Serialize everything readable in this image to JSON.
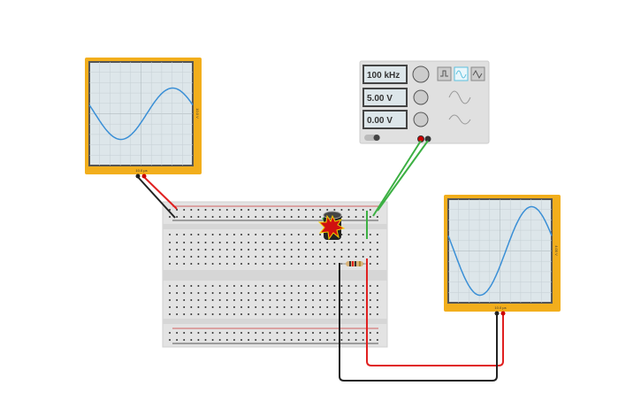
{
  "function_generator": {
    "frequency": "100 kHz",
    "amplitude": "5.00 V",
    "dc_offset": "0.00 V",
    "waveforms": [
      "square-icon",
      "sine-icon",
      "triangle-icon"
    ],
    "selected_waveform": "sine"
  },
  "oscilloscope_1": {
    "time_per_div": "10.0 µs",
    "volts_per_div": "10.0 V"
  },
  "oscilloscope_2": {
    "time_per_div": "10.0 µs",
    "volts_per_div": "4.00 V"
  },
  "colors": {
    "scope_frame": "#f2ae1c",
    "trace": "#3a8fd6",
    "wire_red": "#e02020",
    "wire_black": "#222222",
    "wire_green": "#3cb043"
  }
}
